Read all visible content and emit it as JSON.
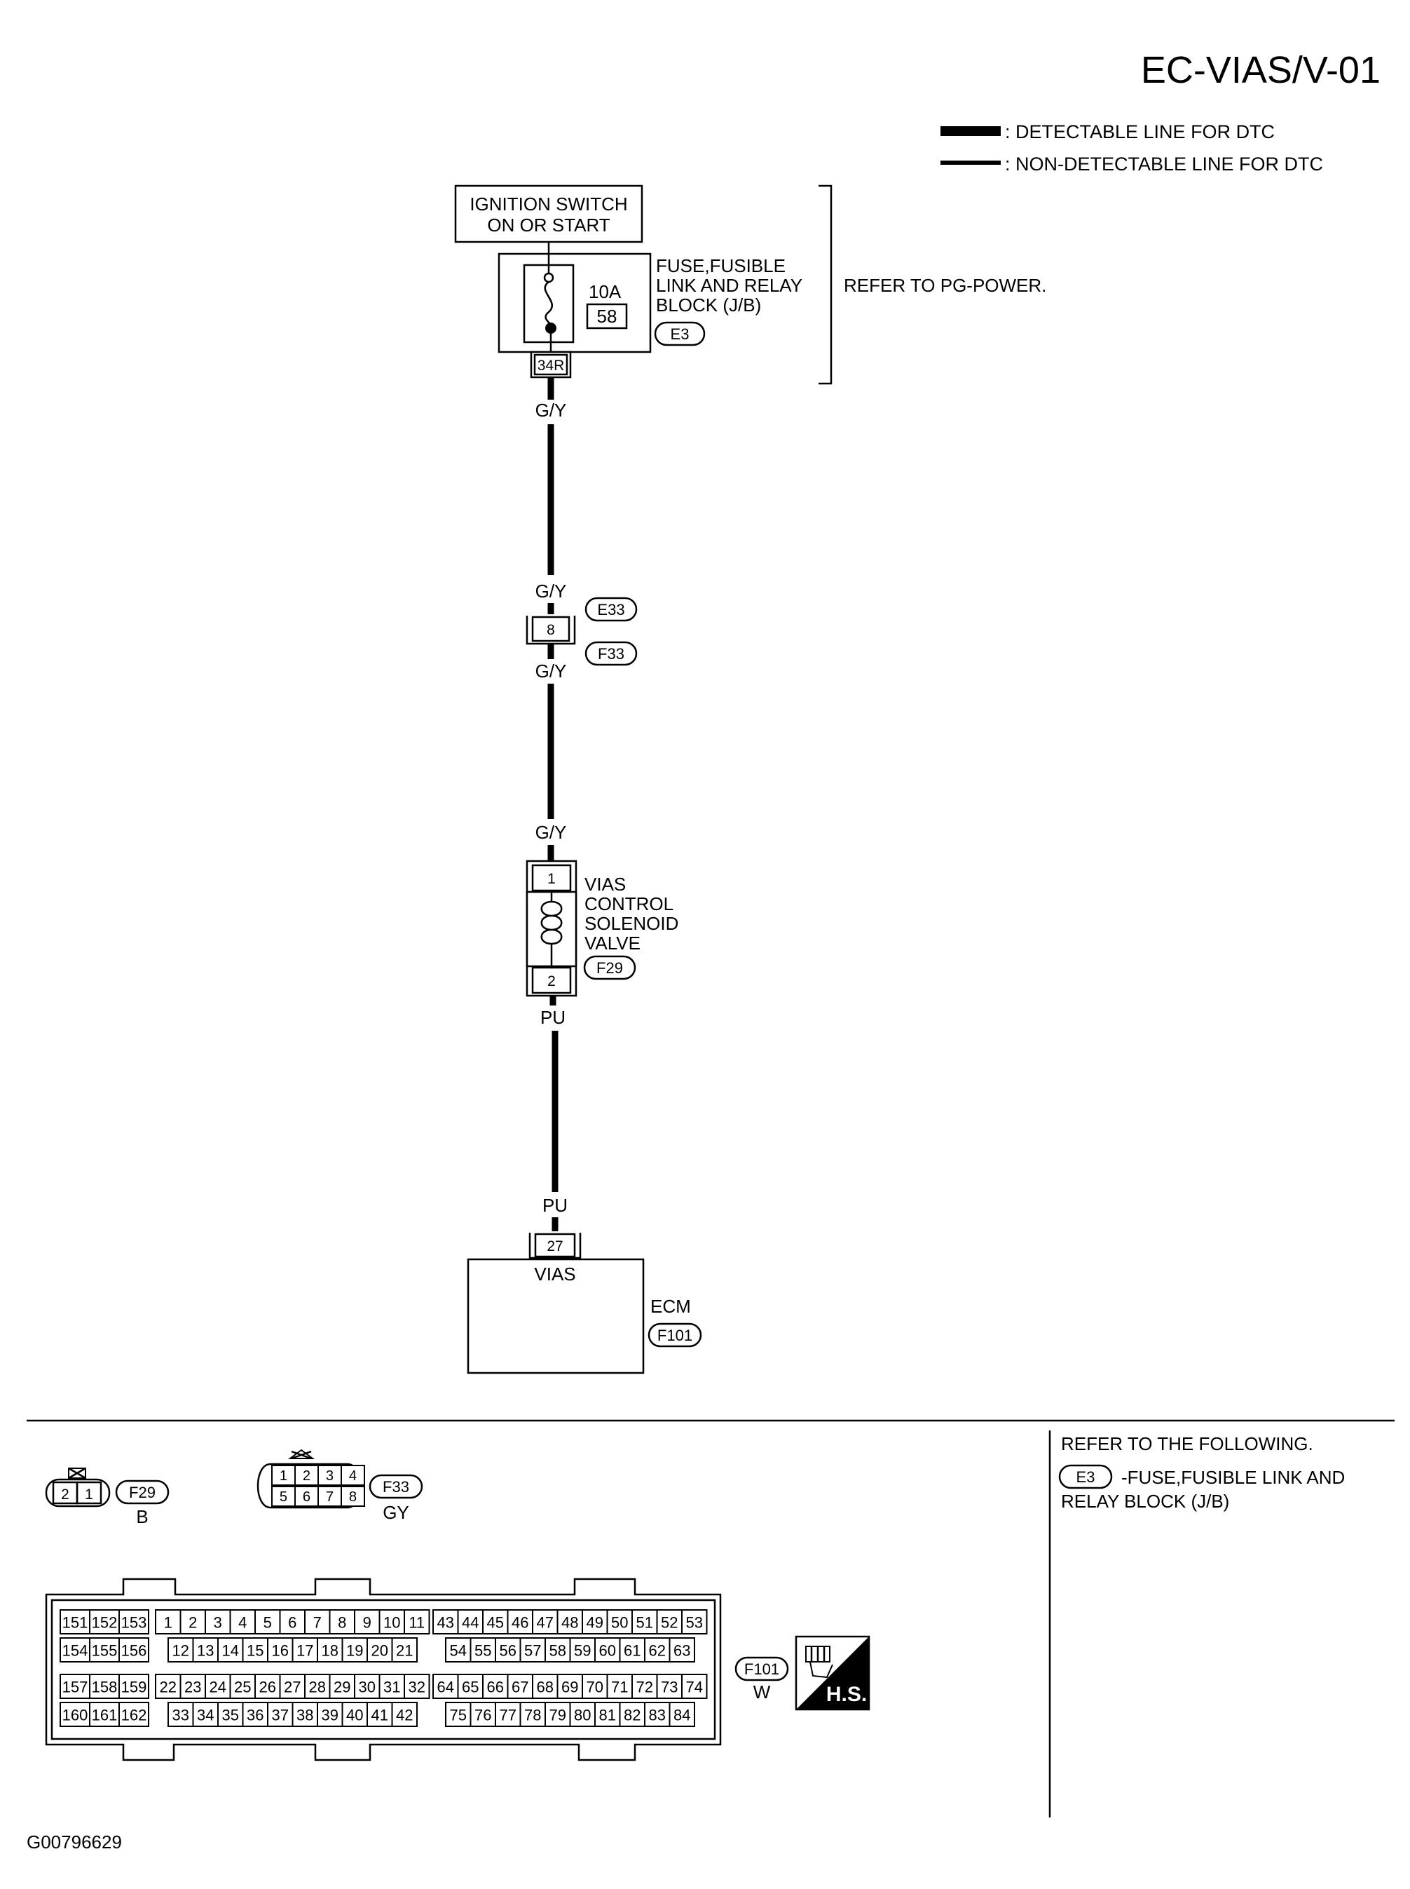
{
  "title": "EC-VIAS/V-01",
  "legend": {
    "detectable": ": DETECTABLE LINE FOR DTC",
    "non_detectable": ": NON-DETECTABLE LINE FOR DTC"
  },
  "ignition": {
    "line1": "IGNITION SWITCH",
    "line2": "ON OR START"
  },
  "fuse": {
    "amps": "10A",
    "number": "58",
    "label1": "FUSE,FUSIBLE",
    "label2": "LINK AND RELAY",
    "label3": "BLOCK (J/B)",
    "connector": "E3",
    "terminal": "34R"
  },
  "refer_power": "REFER TO PG-POWER.",
  "wires": {
    "gy": "G/Y",
    "pu": "PU"
  },
  "joint": {
    "terminal": "8",
    "upper_conn": "E33",
    "lower_conn": "F33"
  },
  "solenoid": {
    "pin_top": "1",
    "pin_bottom": "2",
    "label1": "VIAS",
    "label2": "CONTROL",
    "label3": "SOLENOID",
    "label4": "VALVE",
    "connector": "F29"
  },
  "ecm": {
    "terminal": "27",
    "terminal_name": "VIAS",
    "label": "ECM",
    "connector": "F101"
  },
  "refer_following": {
    "line1": "REFER TO THE FOLLOWING.",
    "connector": "E3",
    "desc1": "-FUSE,FUSIBLE LINK AND",
    "desc2": "RELAY BLOCK (J/B)"
  },
  "conn_f29": {
    "pins": [
      "2",
      "1"
    ],
    "id": "F29",
    "color": "B"
  },
  "conn_f33": {
    "pins_top": [
      "1",
      "2",
      "3",
      "4"
    ],
    "pins_bottom": [
      "5",
      "6",
      "7",
      "8"
    ],
    "id": "F33",
    "color": "GY"
  },
  "conn_f101": {
    "id": "F101",
    "color": "W",
    "hs_label": "H.S.",
    "left_block": [
      [
        "151",
        "152",
        "153"
      ],
      [
        "154",
        "155",
        "156"
      ],
      [
        "157",
        "158",
        "159"
      ],
      [
        "160",
        "161",
        "162"
      ]
    ],
    "mid_block": [
      [
        "1",
        "2",
        "3",
        "4",
        "5",
        "6",
        "7",
        "8",
        "9",
        "10",
        "11"
      ],
      [
        "12",
        "13",
        "14",
        "15",
        "16",
        "17",
        "18",
        "19",
        "20",
        "21"
      ],
      [
        "22",
        "23",
        "24",
        "25",
        "26",
        "27",
        "28",
        "29",
        "30",
        "31",
        "32"
      ],
      [
        "33",
        "34",
        "35",
        "36",
        "37",
        "38",
        "39",
        "40",
        "41",
        "42"
      ]
    ],
    "right_block": [
      [
        "43",
        "44",
        "45",
        "46",
        "47",
        "48",
        "49",
        "50",
        "51",
        "52",
        "53"
      ],
      [
        "54",
        "55",
        "56",
        "57",
        "58",
        "59",
        "60",
        "61",
        "62",
        "63"
      ],
      [
        "64",
        "65",
        "66",
        "67",
        "68",
        "69",
        "70",
        "71",
        "72",
        "73",
        "74"
      ],
      [
        "75",
        "76",
        "77",
        "78",
        "79",
        "80",
        "81",
        "82",
        "83",
        "84"
      ]
    ]
  },
  "figure_id": "G00796629"
}
